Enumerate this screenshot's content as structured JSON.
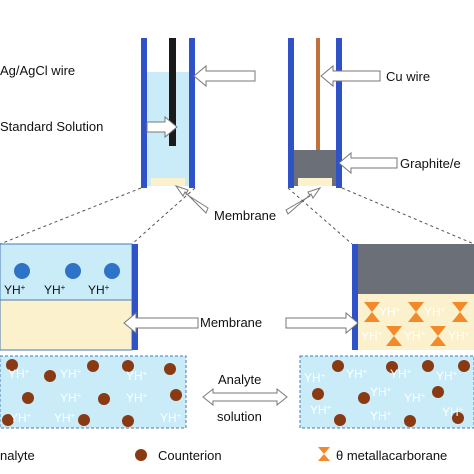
{
  "labels": {
    "ag_wire": "Ag/AgCl wire",
    "standard_solution": "Standard Solution",
    "cu_wire": "Cu wire",
    "graphite": "Graphite/e",
    "membrane_top": "Membrane",
    "membrane_mid": "Membrane",
    "analyte_line1": "Analyte",
    "analyte_line2": "solution",
    "legend_analyte": "nalyte",
    "legend_counterion": "Counterion",
    "legend_metallacarborane": "θ metallacarborane",
    "yh_base": "YH",
    "yh_sup": "+"
  },
  "colors": {
    "solution": "#c9ecf8",
    "membrane": "#fbf1cc",
    "electrode_wall": "#2f52c8",
    "counterion": "#8a3a12",
    "graphite": "#6a6f78",
    "copper": "#c0703a",
    "ion_blue": "#2e73c8",
    "hourglass": "#f28a2a"
  },
  "icons": {
    "counterion": "brown-dot-icon",
    "metallacarborane": "orange-hourglass-icon",
    "arrows": "block-arrow-icon"
  }
}
